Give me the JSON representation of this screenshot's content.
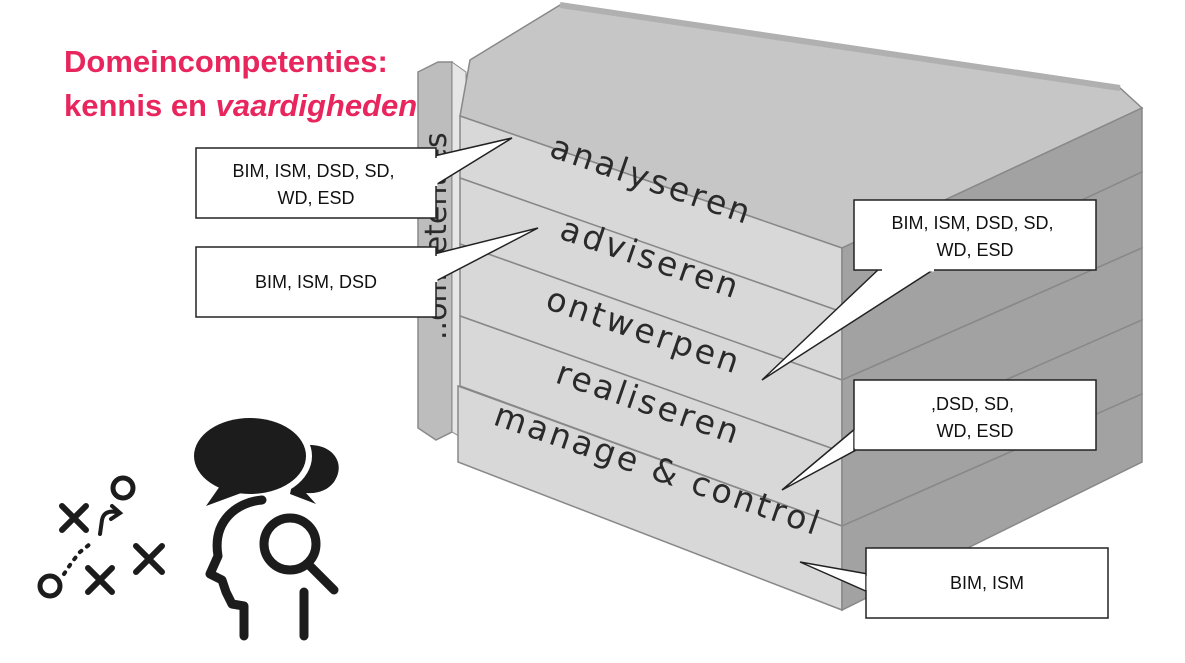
{
  "title": {
    "line1": "Domeincompetenties:",
    "line2_plain": "kennis en ",
    "line2_italic": "vaardigheden"
  },
  "stack": {
    "side_label_visible": "..ompetenties",
    "layers": [
      {
        "id": "analyseren",
        "label": "analyseren"
      },
      {
        "id": "adviseren",
        "label": "adviseren"
      },
      {
        "id": "ontwerpen",
        "label": "ontwerpen"
      },
      {
        "id": "realiseren",
        "label": "realiseren"
      },
      {
        "id": "manage-control",
        "label": "manage & control"
      }
    ]
  },
  "callouts": [
    {
      "id": "analyseren",
      "lines": [
        "BIM, ISM, DSD, SD,",
        "WD, ESD"
      ]
    },
    {
      "id": "adviseren",
      "lines": [
        "BIM, ISM, DSD"
      ]
    },
    {
      "id": "ontwerpen",
      "lines": [
        "BIM, ISM, DSD, SD,",
        "WD, ESD"
      ]
    },
    {
      "id": "realiseren",
      "lines": [
        ",DSD, SD,",
        "WD, ESD"
      ]
    },
    {
      "id": "manage-control",
      "lines": [
        "BIM, ISM"
      ]
    }
  ],
  "icons": [
    "strategy-play-icon",
    "speech-bubbles-icon",
    "head-magnifier-icon"
  ],
  "colors": {
    "title": "#e8265d",
    "layer_top": "#c9c9c9",
    "layer_front": "#dcdcdc",
    "layer_side": "#9c9c9c",
    "icon": "#1c1c1c"
  }
}
